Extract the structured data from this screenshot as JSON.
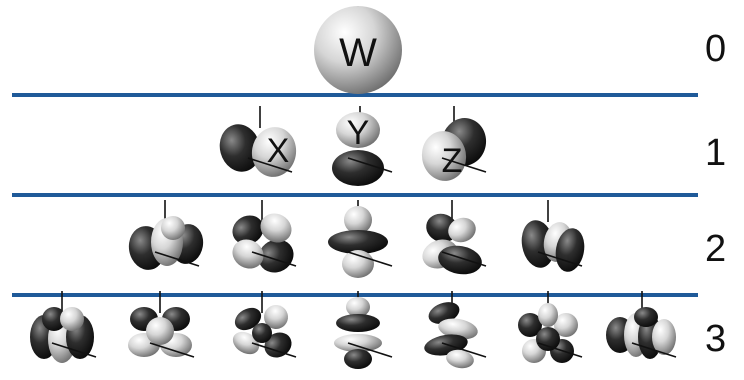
{
  "colors": {
    "divider": "#1f5a99",
    "lobe_light": "#d8d8d8",
    "lobe_dark": "#2a2a2a",
    "axis": "#111111"
  },
  "orders": [
    {
      "label": "0",
      "harmonics": [
        {
          "name": "W",
          "label": "W",
          "shape": "sphere"
        }
      ]
    },
    {
      "label": "1",
      "harmonics": [
        {
          "name": "X",
          "label": "X",
          "shape": "dipole-x"
        },
        {
          "name": "Y",
          "label": "Y",
          "shape": "dipole-y"
        },
        {
          "name": "Z",
          "label": "Z",
          "shape": "dipole-z"
        }
      ]
    },
    {
      "label": "2",
      "harmonics": [
        {
          "name": "order2-1",
          "label": "",
          "shape": "quad-a"
        },
        {
          "name": "order2-2",
          "label": "",
          "shape": "quad-b"
        },
        {
          "name": "order2-3",
          "label": "",
          "shape": "quad-c"
        },
        {
          "name": "order2-4",
          "label": "",
          "shape": "quad-d"
        },
        {
          "name": "order2-5",
          "label": "",
          "shape": "quad-e"
        }
      ]
    },
    {
      "label": "3",
      "harmonics": [
        {
          "name": "order3-1",
          "label": "",
          "shape": "oct-a"
        },
        {
          "name": "order3-2",
          "label": "",
          "shape": "oct-b"
        },
        {
          "name": "order3-3",
          "label": "",
          "shape": "oct-c"
        },
        {
          "name": "order3-4",
          "label": "",
          "shape": "oct-d"
        },
        {
          "name": "order3-5",
          "label": "",
          "shape": "oct-e"
        },
        {
          "name": "order3-6",
          "label": "",
          "shape": "oct-f"
        },
        {
          "name": "order3-7",
          "label": "",
          "shape": "oct-g"
        }
      ]
    }
  ]
}
